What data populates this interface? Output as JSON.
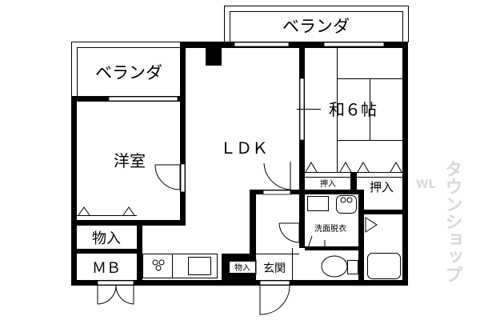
{
  "rooms": {
    "veranda_left": "ベランダ",
    "veranda_top": "ベランダ",
    "western_room": "洋室",
    "ldk": "ＬＤＫ",
    "japanese_room": "和６帖",
    "closet_small": "押入",
    "closet_right": "押入",
    "storage_left": "物入",
    "meter_box": "ＭＢ",
    "washroom": "洗面脱衣",
    "storage_entry": "物入",
    "entrance": "玄関"
  },
  "watermark": {
    "main": "タウンショップ",
    "mark": "WL"
  },
  "colors": {
    "wall": "#000000",
    "background": "#ffffff",
    "watermark": "#d8d8d8"
  }
}
